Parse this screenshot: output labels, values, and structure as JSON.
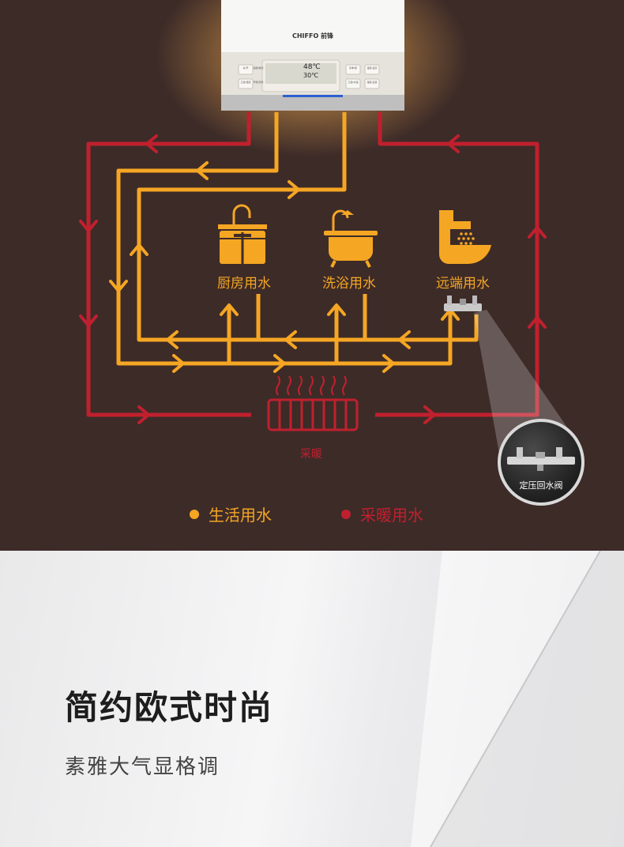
{
  "heater": {
    "brand": "CHIFFO 前锋",
    "display_temp_1": "48℃",
    "display_temp_2": "30℃",
    "buttons_left": [
      "关/开",
      "采暖/模式",
      "卫浴/温控",
      "节能/定时"
    ],
    "buttons_right": [
      "冬季/夏",
      "温度/设定",
      "卫浴/水温",
      "温度/设置"
    ]
  },
  "diagram": {
    "labels": {
      "kitchen": "厨房用水",
      "bath": "洗浴用水",
      "remote": "远端用水",
      "radiator": "采暖",
      "valve": "定压回水阀"
    }
  },
  "legend": {
    "domestic": "生活用水",
    "heating": "采暖用水"
  },
  "colors": {
    "domestic": "#f5a623",
    "heating": "#c0202e",
    "background": "#3d2b28"
  },
  "headline": {
    "title": "简约欧式时尚",
    "subtitle": "素雅大气显格调"
  }
}
